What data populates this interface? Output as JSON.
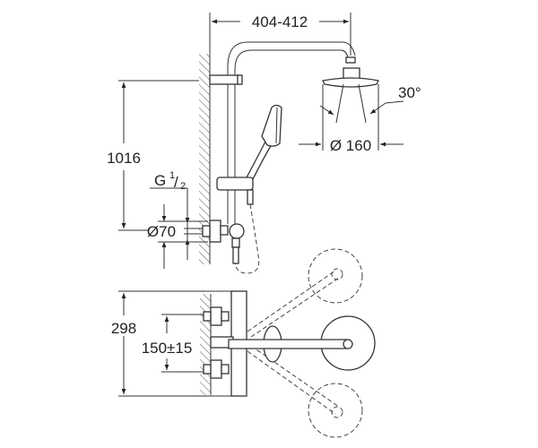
{
  "diagram": {
    "title": "Shower system dimension drawing",
    "labels": {
      "arm_length": "404-412",
      "spray_angle": "30°",
      "head_diameter": "Ø 160",
      "height": "1016",
      "thread_g": "G",
      "thread_num": "1",
      "thread_den": "2",
      "flange_diameter": "Ø70",
      "mixer_height": "298",
      "connection_spacing": "150±15"
    },
    "colors": {
      "line": "#333333",
      "background": "#ffffff"
    }
  }
}
